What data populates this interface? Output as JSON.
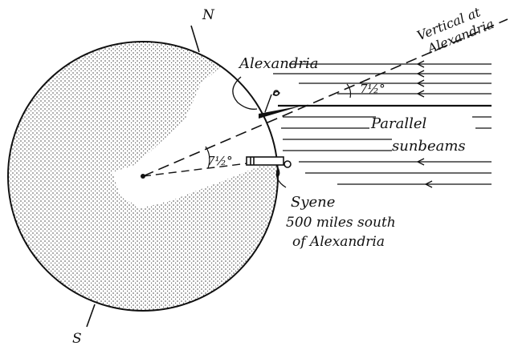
{
  "labels": {
    "north": "N",
    "south": "S",
    "alexandria": "Alexandria",
    "vertical_line1": "Vertical at",
    "vertical_line2": "Alexandria",
    "angle_top": "7½°",
    "angle_center": "7½°",
    "parallel_line1": "Parallel",
    "parallel_line2": "sunbeams",
    "syene_line1": "Syene",
    "syene_line2": "500 miles south",
    "syene_line3": "of Alexandria"
  },
  "colors": {
    "ink": "#111111",
    "paper": "#ffffff",
    "stipple": "#3a3a3a"
  }
}
